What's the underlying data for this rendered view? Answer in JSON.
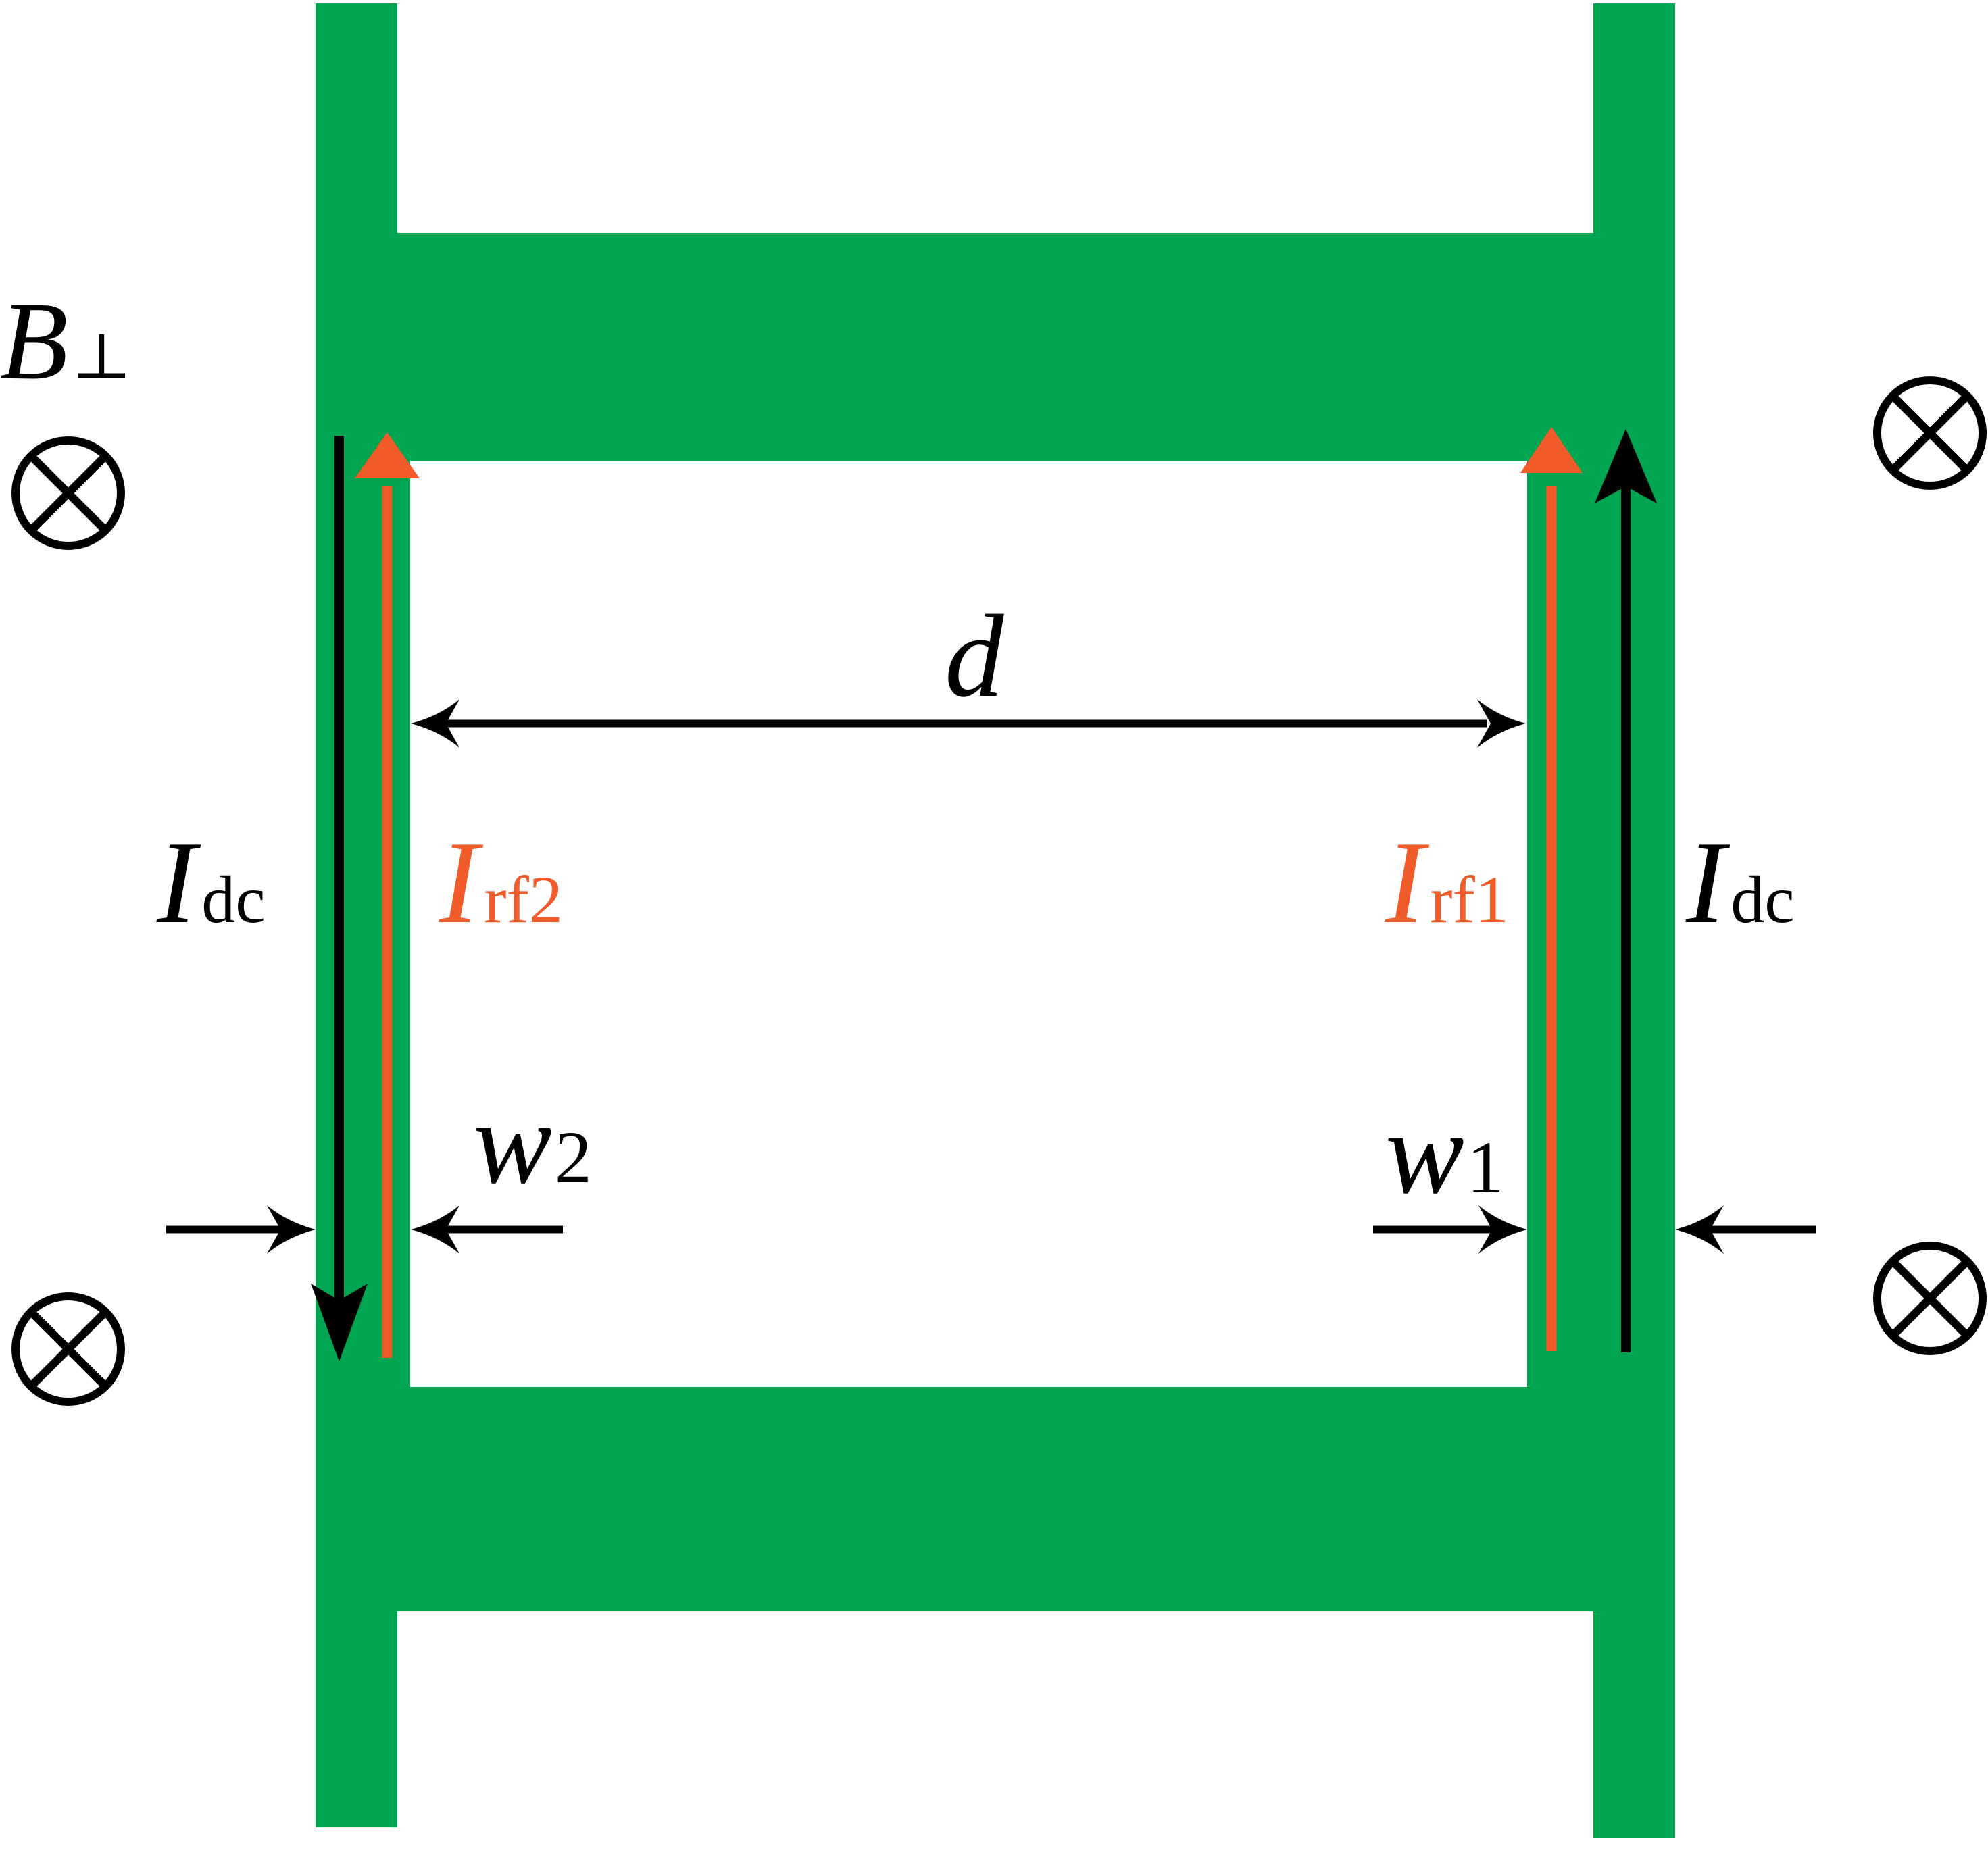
{
  "labels": {
    "field_symbol": "B",
    "field_subscript": "⊥",
    "separation": "d",
    "dc_current_left": "I",
    "dc_current_left_sub": "dc",
    "dc_current_right": "I",
    "dc_current_right_sub": "dc",
    "rf_current_2": "I",
    "rf_current_2_sub": "rf2",
    "rf_current_1": "I",
    "rf_current_1_sub": "rf1",
    "width_2": "w",
    "width_2_sub": "2",
    "width_1": "w",
    "width_1_sub": "1"
  },
  "colors": {
    "conductor": "#00a551",
    "rf_arrow": "#f15a29",
    "dc_arrow": "#000000",
    "background": "#ffffff"
  },
  "icons": {
    "field_into_page": "circle-cross-icon"
  }
}
